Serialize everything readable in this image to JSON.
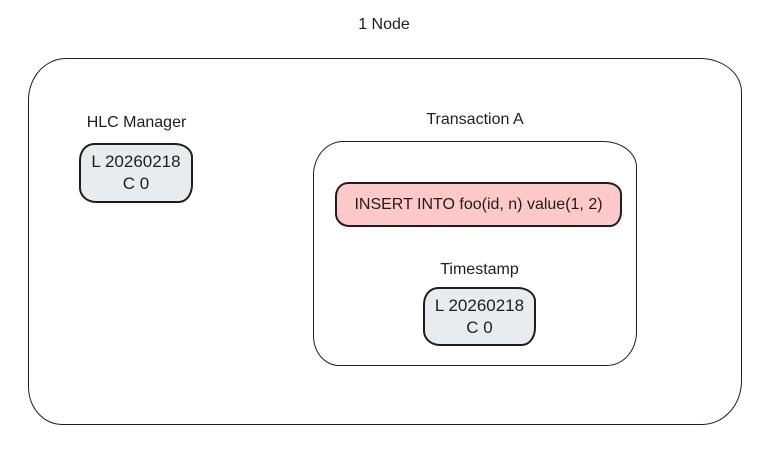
{
  "title": "1 Node",
  "colors": {
    "stroke": "#1e1e1e",
    "gray_fill": "#e9ecef",
    "pink_fill": "#ffc9c9",
    "text": "#1e1e1e",
    "bg": "#ffffff"
  },
  "node": {
    "hlc_manager": {
      "label": "HLC Manager",
      "clock": {
        "line1": "L 20260218",
        "line2": "C 0"
      }
    },
    "transaction_a": {
      "label": "Transaction A",
      "statement": "INSERT INTO foo(id, n) value(1, 2)",
      "timestamp": {
        "label": "Timestamp",
        "clock": {
          "line1": "L 20260218",
          "line2": "C 0"
        }
      }
    }
  }
}
